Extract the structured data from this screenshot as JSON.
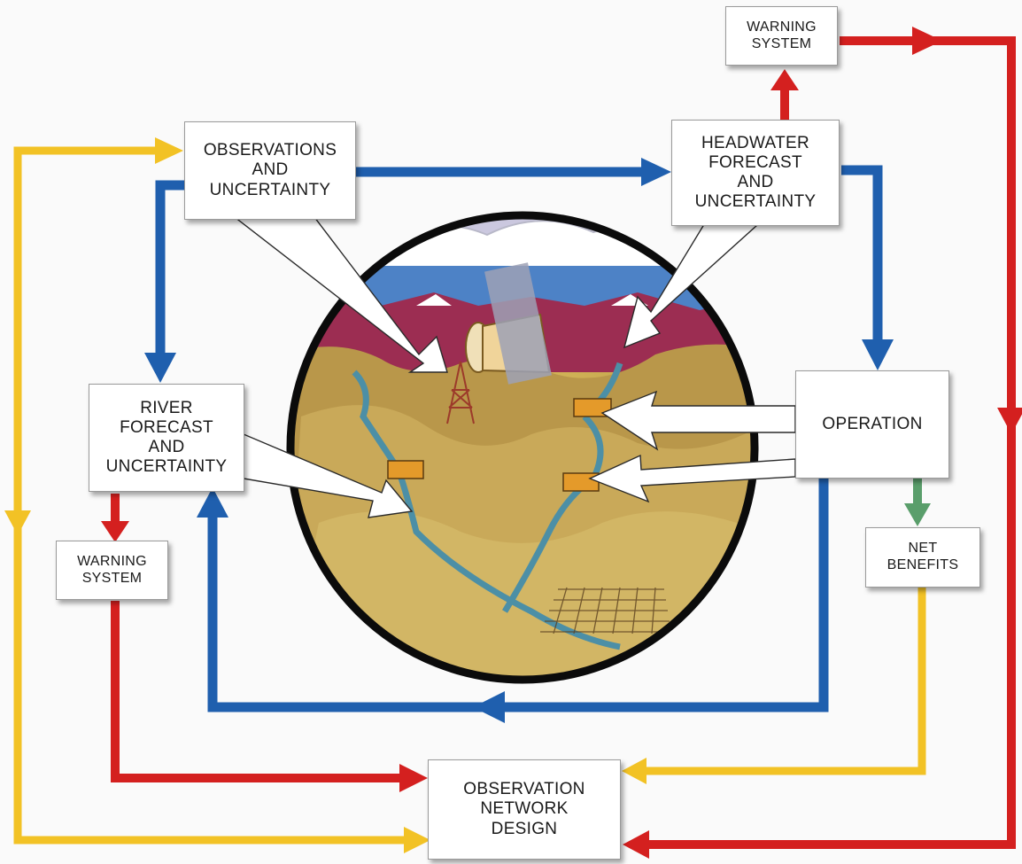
{
  "colors": {
    "red": "#d4201f",
    "blue": "#1f5fae",
    "yellow": "#f2c225",
    "green": "#5a9e6b",
    "box_border": "#9a9a9a",
    "background": "#fafafa"
  },
  "boxes": {
    "warning_system_top": {
      "lines": [
        "WARNING",
        "SYSTEM"
      ]
    },
    "observations": {
      "lines": [
        "OBSERVATIONS",
        "AND",
        "UNCERTAINTY"
      ]
    },
    "headwater_forecast": {
      "lines": [
        "HEADWATER",
        "FORECAST",
        "AND",
        "UNCERTAINTY"
      ]
    },
    "river_forecast": {
      "lines": [
        "RIVER",
        "FORECAST",
        "AND",
        "UNCERTAINTY"
      ]
    },
    "operation": {
      "lines": [
        "OPERATION"
      ]
    },
    "warning_system_left": {
      "lines": [
        "WARNING",
        "SYSTEM"
      ]
    },
    "net_benefits": {
      "lines": [
        "NET",
        "BENEFITS"
      ]
    },
    "observation_network_design": {
      "lines": [
        "OBSERVATION",
        "NETWORK",
        "DESIGN"
      ]
    }
  },
  "illustration": {
    "subject": "watershed-with-rain-cloud-radar-tower-reservoirs-and-river"
  }
}
